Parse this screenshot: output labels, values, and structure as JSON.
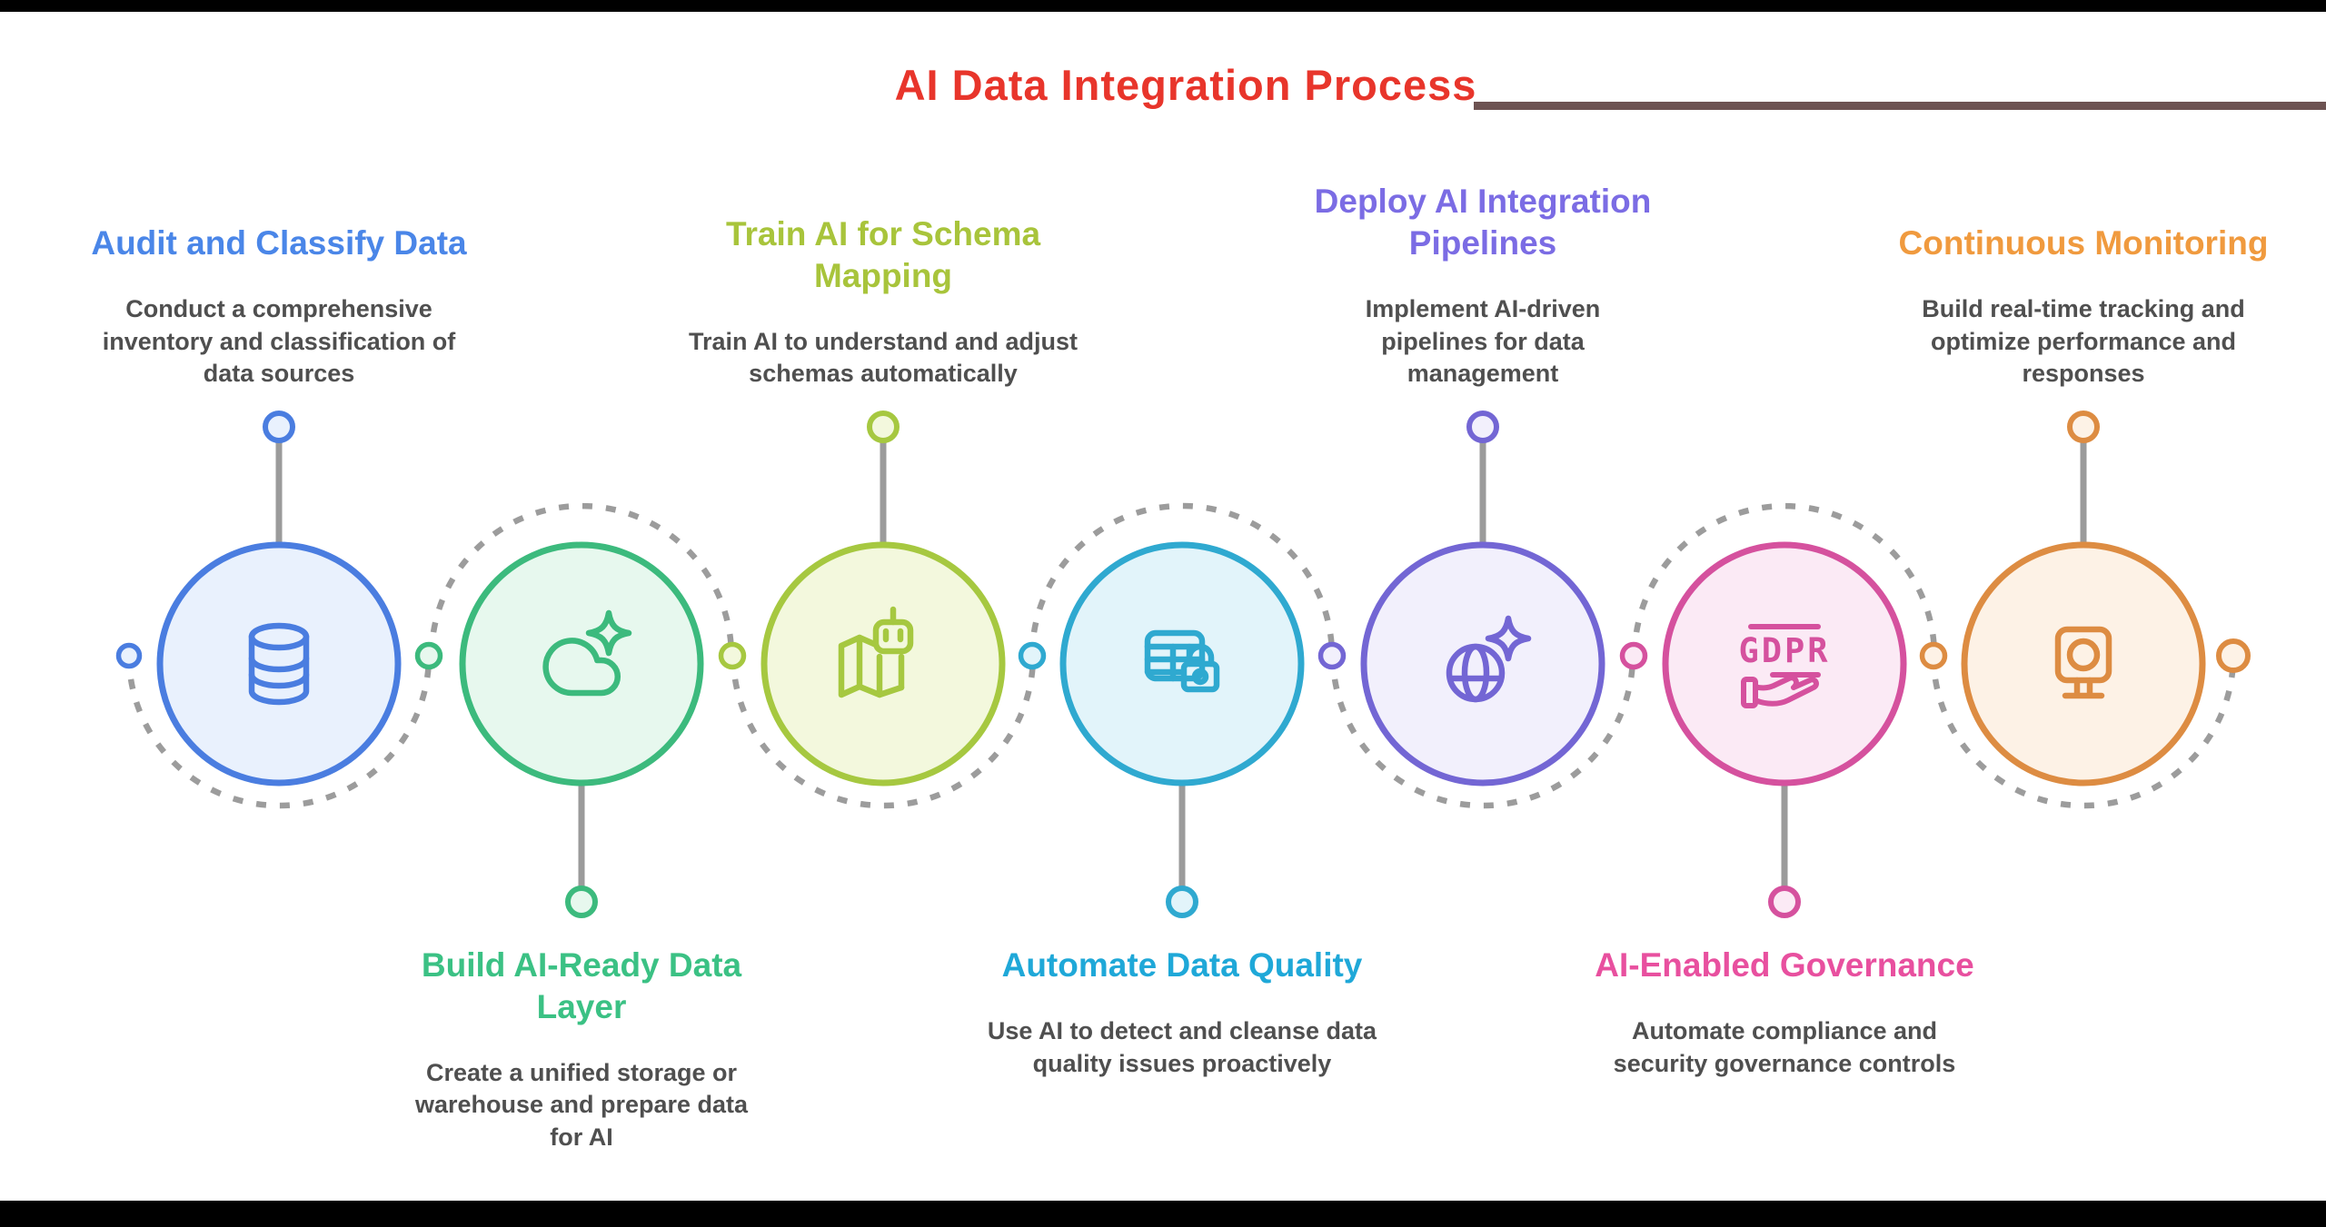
{
  "title": {
    "text": "AI Data Integration Process",
    "color": "#e8352b",
    "divider_color": "#6d5352"
  },
  "connector_color": "#9b9b9b",
  "steps": [
    {
      "title": "Audit and Classify Data",
      "description": "Conduct a comprehensive inventory and classification of data sources",
      "label_position": "top",
      "accent": "#4a86e8",
      "circle_border": "#4a7de0",
      "circle_fill": "#e9f1fd",
      "icon": "database-icon"
    },
    {
      "title": "Build AI-Ready Data Layer",
      "description": "Create a unified storage or warehouse and prepare data for AI",
      "label_position": "bottom",
      "accent": "#3bc184",
      "circle_border": "#3cba7d",
      "circle_fill": "#e7f8ee",
      "icon": "cloud-sparkle-icon"
    },
    {
      "title": "Train AI for Schema Mapping",
      "description": "Train AI to understand and adjust schemas automatically",
      "label_position": "top",
      "accent": "#a8c43b",
      "circle_border": "#a6c840",
      "circle_fill": "#f3f8dd",
      "icon": "map-robot-icon"
    },
    {
      "title": "Automate Data Quality",
      "description": "Use AI to detect and cleanse data quality issues proactively",
      "label_position": "bottom",
      "accent": "#1fa8d8",
      "circle_border": "#2fa9d0",
      "circle_fill": "#e2f4fa",
      "icon": "table-lock-icon"
    },
    {
      "title": "Deploy AI Integration Pipelines",
      "description": "Implement AI-driven pipelines for data management",
      "label_position": "top",
      "accent": "#7b6ce4",
      "circle_border": "#7366d4",
      "circle_fill": "#f2f0fc",
      "icon": "globe-sparkle-icon"
    },
    {
      "title": "AI-Enabled Governance",
      "description": "Automate compliance and security governance controls",
      "label_position": "bottom",
      "accent": "#e8509f",
      "circle_border": "#d5519e",
      "circle_fill": "#fbeaf5",
      "icon": "gdpr-hand-icon",
      "icon_text": "GDPR"
    },
    {
      "title": "Continuous Monitoring",
      "description": "Build real-time tracking and optimize performance and responses",
      "label_position": "top",
      "accent": "#f09a3e",
      "circle_border": "#dd8c42",
      "circle_fill": "#fdf2e6",
      "icon": "monitor-icon"
    }
  ]
}
